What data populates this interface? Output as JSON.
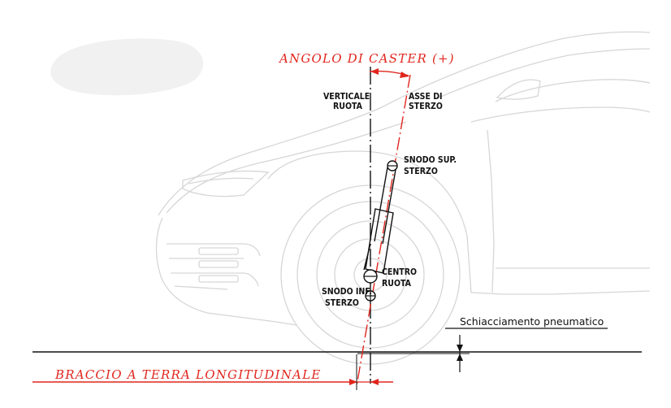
{
  "labels": {
    "caster_angle": "ANGOLO DI CASTER (+)",
    "wheel_vertical_line1": "VERTICALE",
    "wheel_vertical_line2": "RUOTA",
    "steering_axis_line1": "ASSE DI",
    "steering_axis_line2": "STERZO",
    "upper_joint_line1": "SNODO SUP.",
    "upper_joint_line2": "STERZO",
    "wheel_center_line1": "CENTRO",
    "wheel_center_line2": "RUOTA",
    "lower_joint_line1": "SNODO INF.",
    "lower_joint_line2": "STERZO",
    "tire_squash": "Schiacciamento pneumatico",
    "trail": "BRACCIO A TERRA LONGITUDINALE"
  },
  "colors": {
    "annotation_red": "#e0261e",
    "line_black": "#111111",
    "car_outline": "#d6d6d6"
  }
}
